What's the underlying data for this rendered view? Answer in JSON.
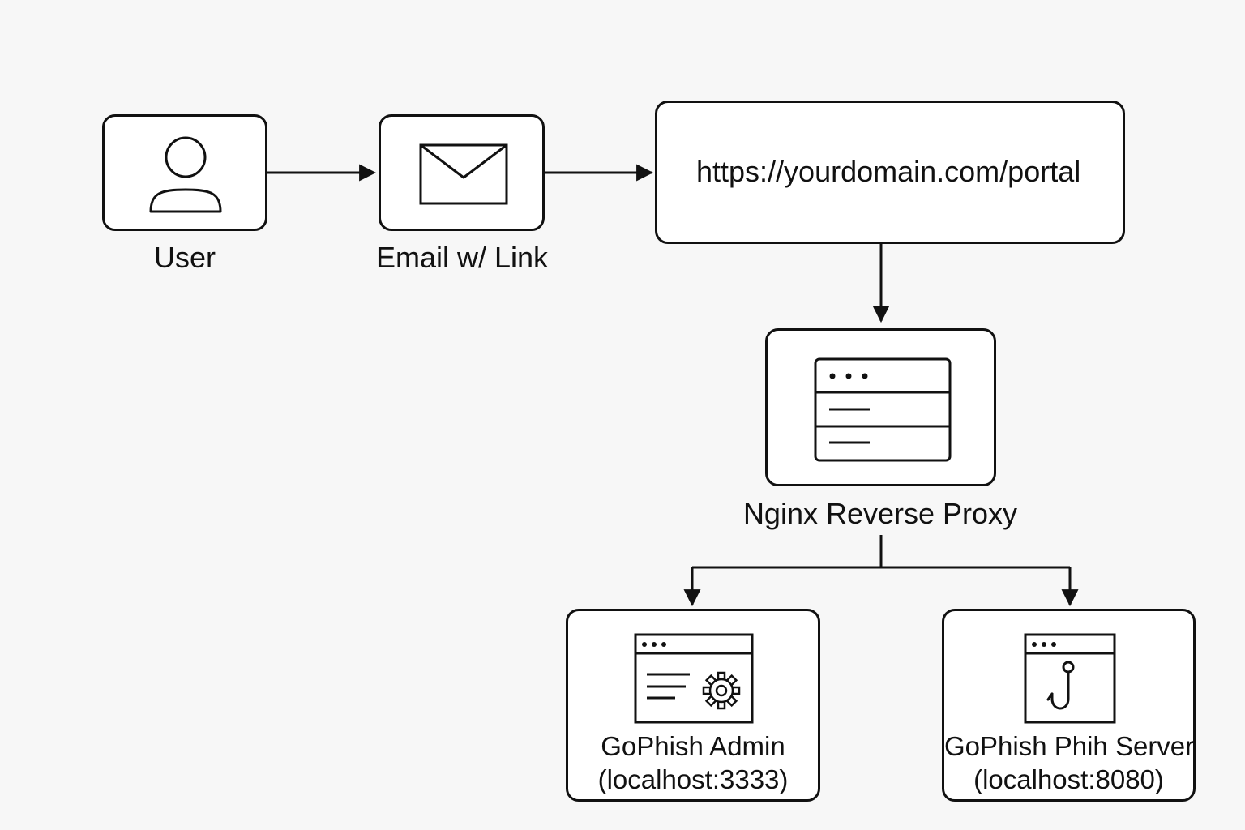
{
  "nodes": {
    "user": {
      "label": "User",
      "icon": "user-icon"
    },
    "email": {
      "label": "Email w/ Link",
      "icon": "envelope-icon"
    },
    "portal": {
      "url": "https://yourdomain.com/portal"
    },
    "proxy": {
      "label": "Nginx Reverse Proxy",
      "icon": "server-icon"
    },
    "admin": {
      "title": "GoPhish Admin",
      "subtitle": "(localhost:3333)",
      "icon": "admin-window-gear-icon"
    },
    "phish": {
      "title": "GoPhish Phih Server",
      "subtitle": "(localhost:8080)",
      "icon": "window-fishhook-icon"
    }
  },
  "edges": [
    {
      "from": "user",
      "to": "email"
    },
    {
      "from": "email",
      "to": "portal"
    },
    {
      "from": "portal",
      "to": "proxy"
    },
    {
      "from": "proxy",
      "to": "admin"
    },
    {
      "from": "proxy",
      "to": "phish"
    }
  ],
  "colors": {
    "background": "#f7f7f7",
    "stroke": "#111111",
    "box_fill": "#ffffff"
  }
}
